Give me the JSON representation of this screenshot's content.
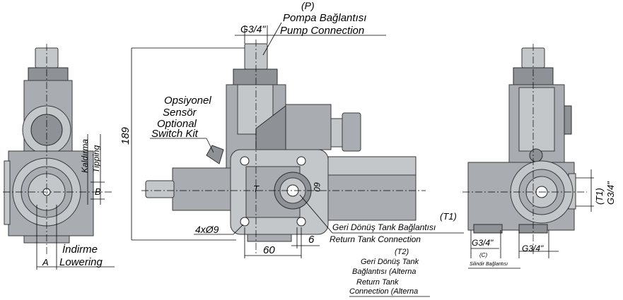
{
  "labels": {
    "pump_letter": "(P)",
    "pump_tr": "Pompa Bağlantısı",
    "pump_en": "Pump Connection",
    "pump_thread": "G3/4\"",
    "sensor_tr1": "Opsiyonel",
    "sensor_tr2": "Sensör",
    "sensor_en1": "Optional",
    "sensor_en2": "Switch Kit",
    "height_dim": "189",
    "lifting_tr": "Kaldırma",
    "lifting_en": "Tipping",
    "b_letter": "B",
    "t_letter": "T",
    "dim_60_vertical": "60",
    "holes": "4xØ9",
    "dim_60": "60",
    "dim_6": "6",
    "lowering_tr": "İndirme",
    "lowering_en": "Lowering",
    "a_letter": "A",
    "t1_letter": "(T1)",
    "t1_tr": "Geri Dönüş Tank Bağlantısı",
    "t1_en": "Return Tank Connection",
    "t2_letter": "(T2)",
    "t2_tr1": "Geri Dönüş Tank",
    "t2_tr2": "Bağlantısı (Alterna",
    "t2_en1": "Return Tank",
    "t2_en2": "Connection (Alterna",
    "right_t1": "(T1)",
    "right_thread_side": "G3/4\"",
    "bottom_thread_1": "G3/4\"",
    "bottom_thread_2": "G3/4\"",
    "c_letter": "(C)",
    "cylinder_tr": "Silindir Bağlantısı"
  },
  "colors": {
    "body": "#a9adb1",
    "body_light": "#c4c7ca",
    "body_dark": "#8e9296",
    "outline": "#3a3a3a"
  }
}
